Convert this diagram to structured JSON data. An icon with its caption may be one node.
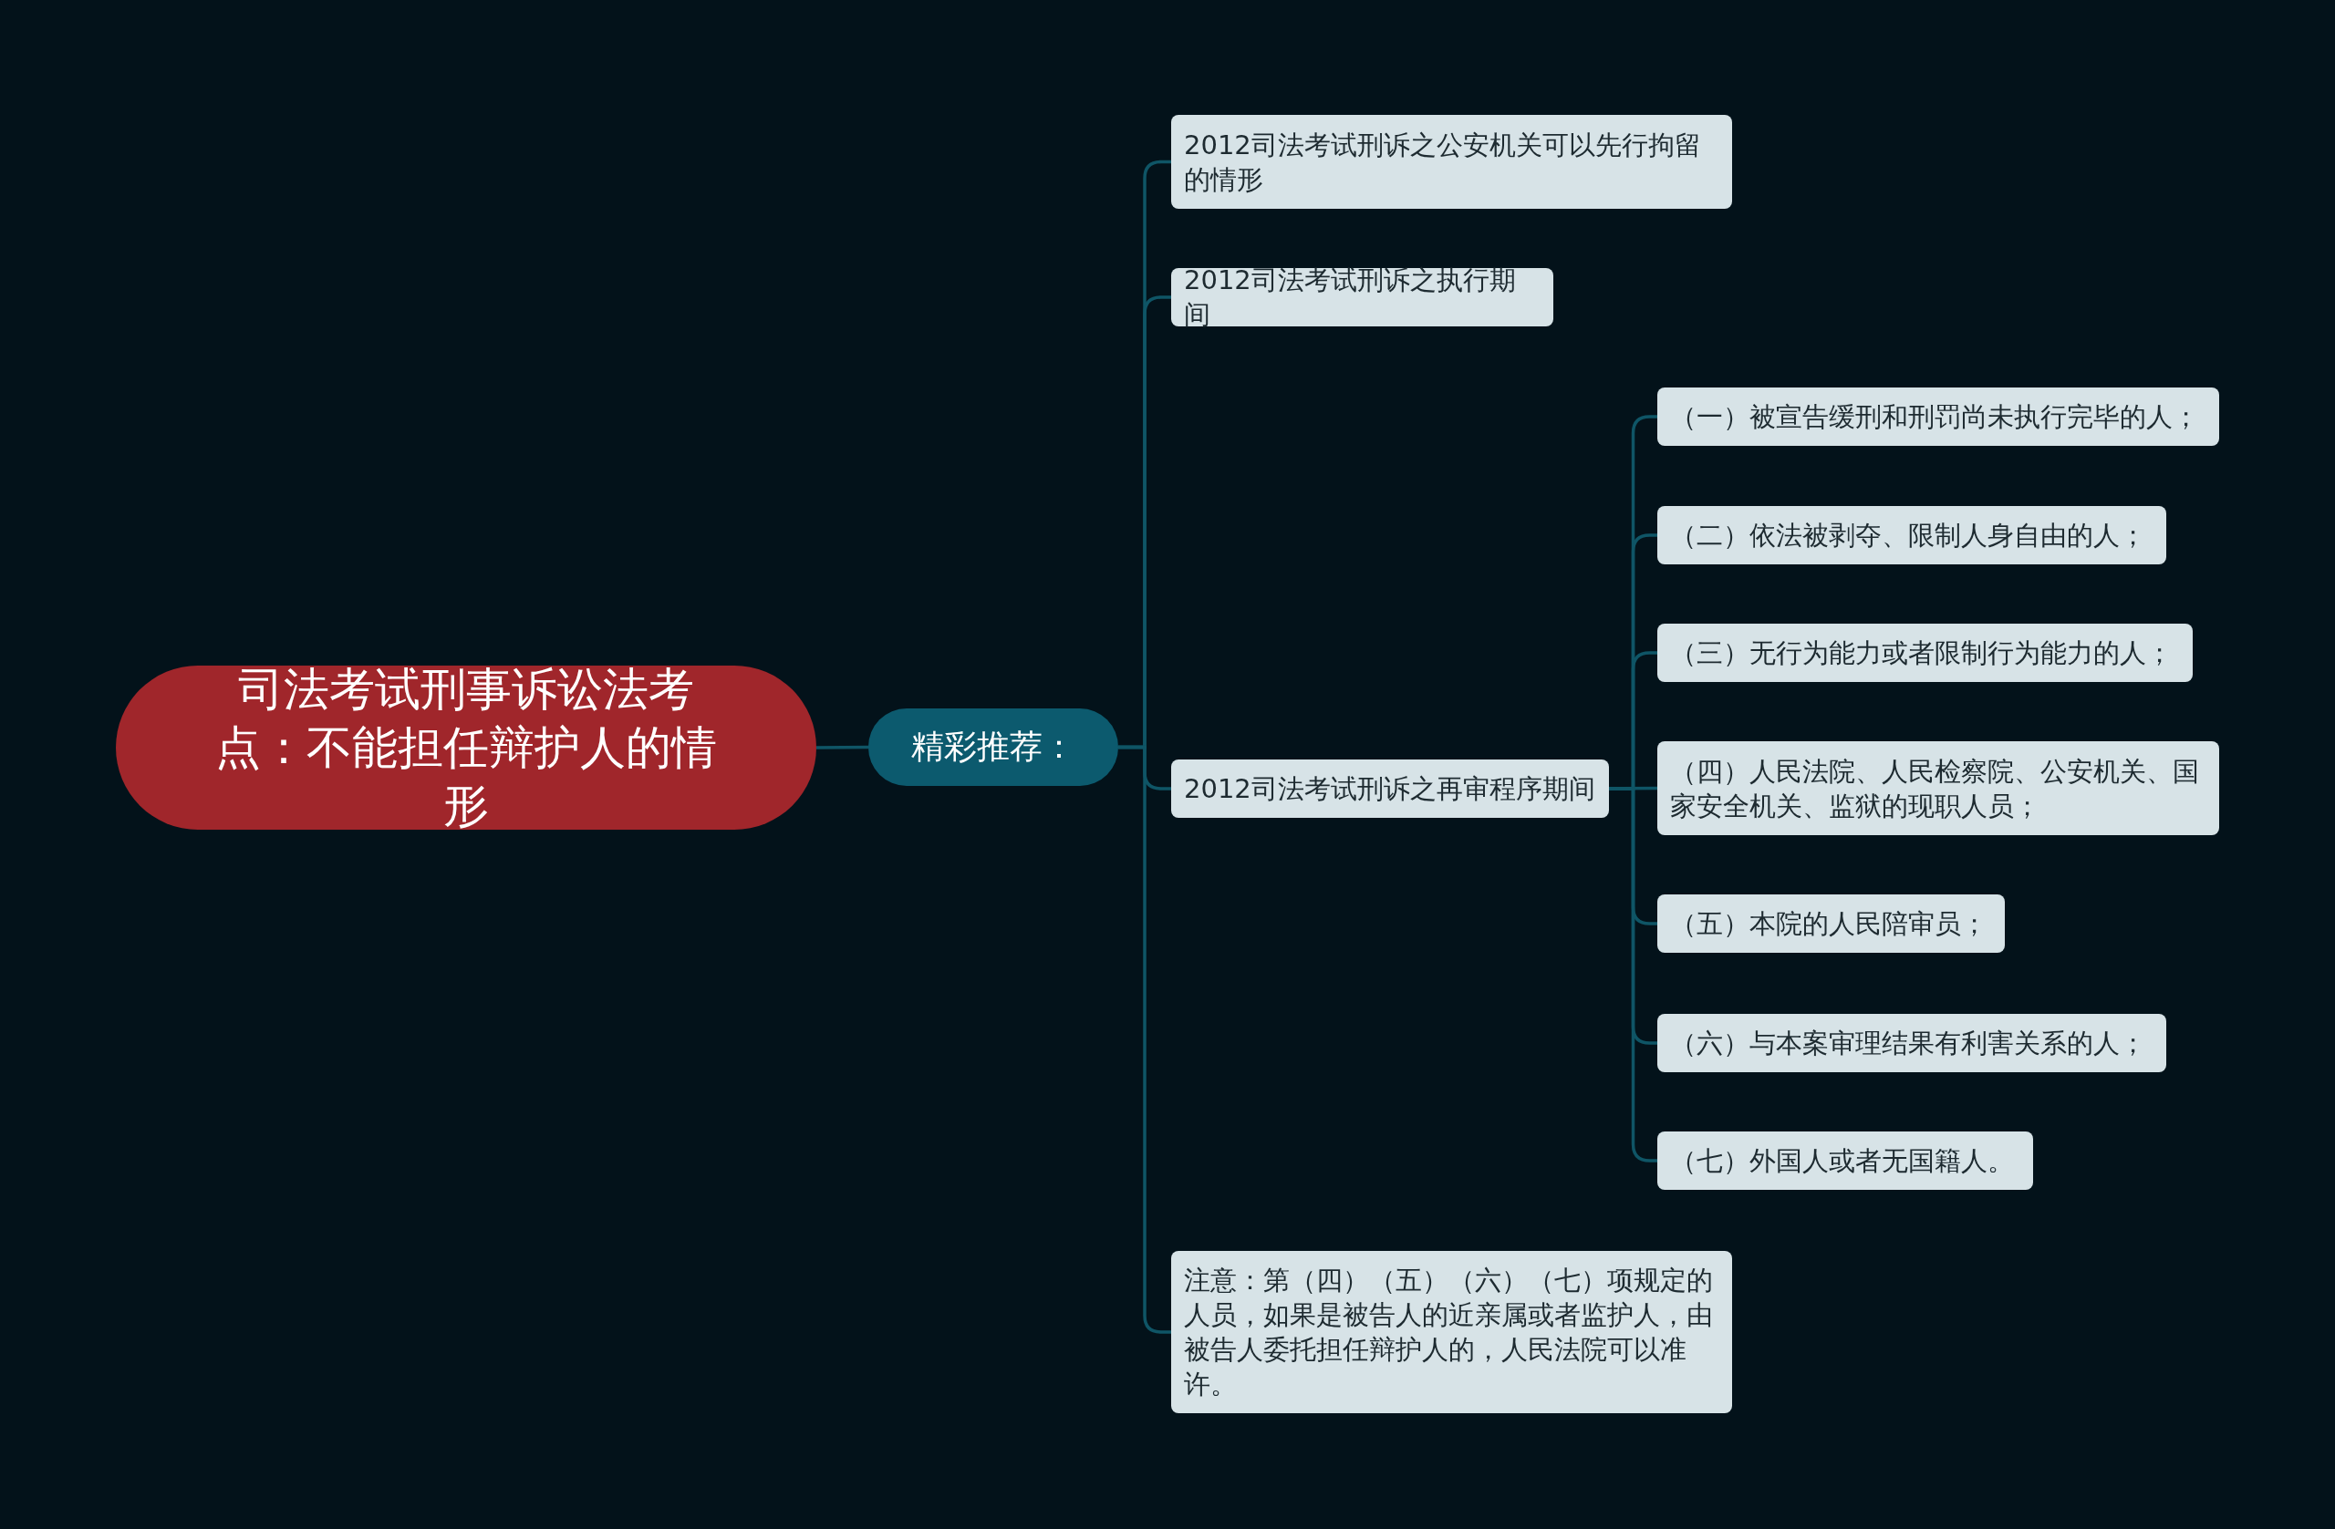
{
  "diagram": {
    "nodes": [
      {
        "text": [
          "司法考试刑事诉讼法考点：不能担任辩护人的情形"
        ]
      },
      {
        "text": [
          "精彩推荐："
        ]
      },
      {
        "text": [
          "2012司法考试刑诉之公安机关可以先行拘留的情形"
        ]
      },
      {
        "text": [
          "2012司法考试刑诉之执行期间"
        ]
      },
      {
        "text": [
          "2012司法考试刑诉之再审程序期间"
        ]
      },
      {
        "text": [
          "（一）被宣告缓刑和刑罚尚未执行完毕的人；"
        ]
      },
      {
        "text": [
          "（二）依法被剥夺、限制人身自由的人；"
        ]
      },
      {
        "text": [
          "（三）无行为能力或者限制行为能力的人；"
        ]
      },
      {
        "text": [
          "（四）人民法院、人民检察院、公安机关、国家安全机关、监狱的现职人员；"
        ]
      },
      {
        "text": [
          "（五）本院的人民陪审员；"
        ]
      },
      {
        "text": [
          "（六）与本案审理结果有利害关系的人；"
        ]
      },
      {
        "text": [
          "（七）外国人或者无国籍人。"
        ]
      },
      {
        "text": [
          "注意：第（四）（五）（六）（七）项规定的人员，如果是被告人的近亲属或者监护人，由被告人委托担任辩护人的，人民法院可以准许。"
        ]
      }
    ],
    "edges": [
      {
        "from": 0,
        "to": 1,
        "arrow": "none"
      },
      {
        "from": 1,
        "to": 2,
        "arrow": "none"
      },
      {
        "from": 1,
        "to": 3,
        "arrow": "none"
      },
      {
        "from": 1,
        "to": 4,
        "arrow": "none"
      },
      {
        "from": 1,
        "to": 12,
        "arrow": "none"
      },
      {
        "from": 4,
        "to": 5,
        "arrow": "none"
      },
      {
        "from": 4,
        "to": 6,
        "arrow": "none"
      },
      {
        "from": 4,
        "to": 7,
        "arrow": "none"
      },
      {
        "from": 4,
        "to": 8,
        "arrow": "none"
      },
      {
        "from": 4,
        "to": 9,
        "arrow": "none"
      },
      {
        "from": 4,
        "to": 10,
        "arrow": "none"
      },
      {
        "from": 4,
        "to": 11,
        "arrow": "none"
      }
    ]
  }
}
